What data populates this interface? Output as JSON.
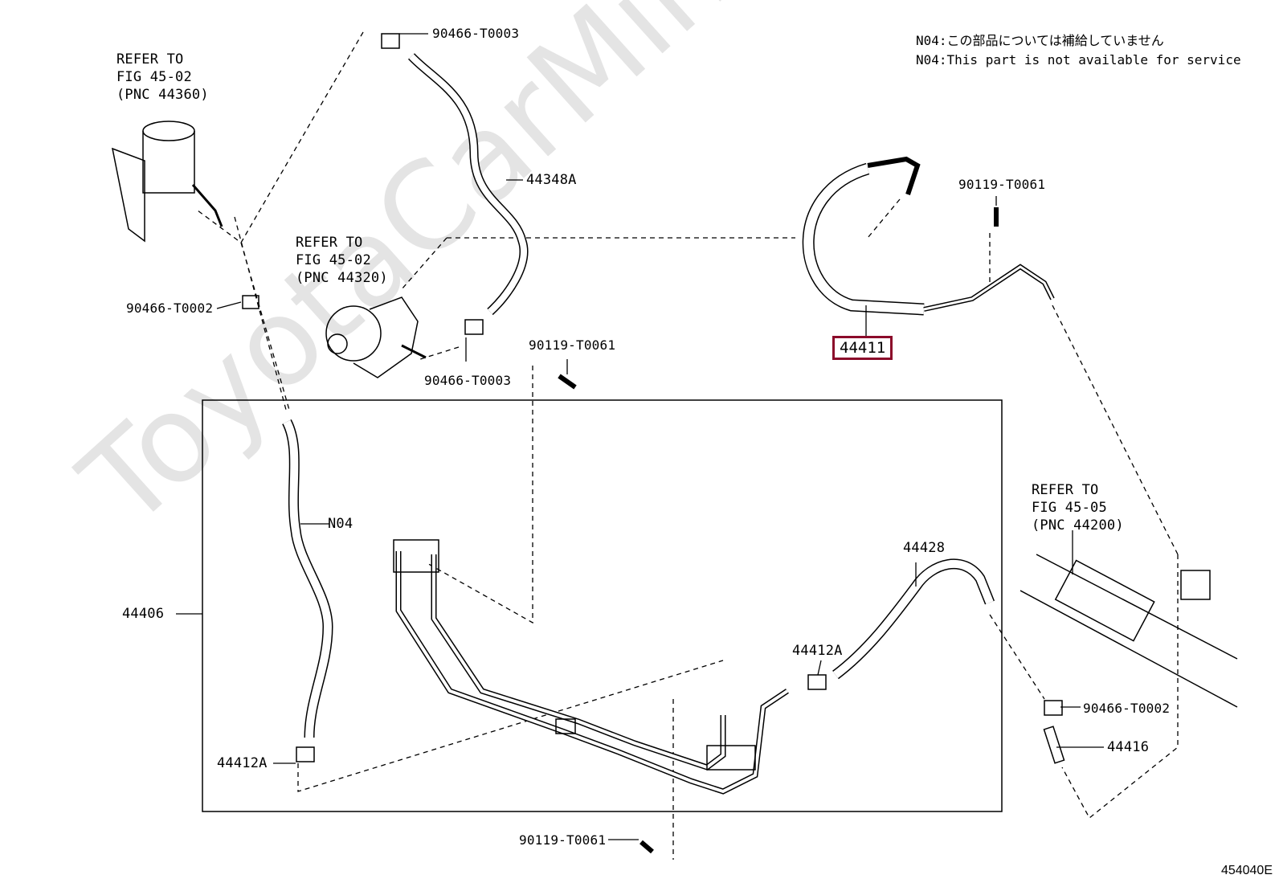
{
  "notes": {
    "line_jp": "N04:この部品については補給していません",
    "line_en": "N04:This part is not available for service"
  },
  "watermark": "ToyotaCarMine.ru",
  "figure_id": "454040E",
  "refs": {
    "reservoir": [
      "REFER TO",
      "FIG 45-02",
      "(PNC 44360)"
    ],
    "pump": [
      "REFER TO",
      "FIG 45-02",
      "(PNC 44320)"
    ],
    "gear": [
      "REFER TO",
      "FIG 45-05",
      "(PNC 44200)"
    ]
  },
  "parts": {
    "clip_top": "90466-T0003",
    "hose_44348a": "44348A",
    "bolt_top_right": "90119-T0061",
    "clip_left": "90466-T0002",
    "clip_pump": "90466-T0003",
    "bolt_mid": "90119-T0061",
    "pressure_hose": "44411",
    "hose_n04": "N04",
    "assy_44406": "44406",
    "hose_44428": "44428",
    "clip_44412a_right": "44412A",
    "clip_44412a_left": "44412A",
    "clip_gear": "90466-T0002",
    "union_44416": "44416",
    "bolt_bottom": "90119-T0061"
  },
  "colors": {
    "highlight": "#8b0a2a",
    "line": "#000000",
    "watermark": "#e4e4e4"
  }
}
